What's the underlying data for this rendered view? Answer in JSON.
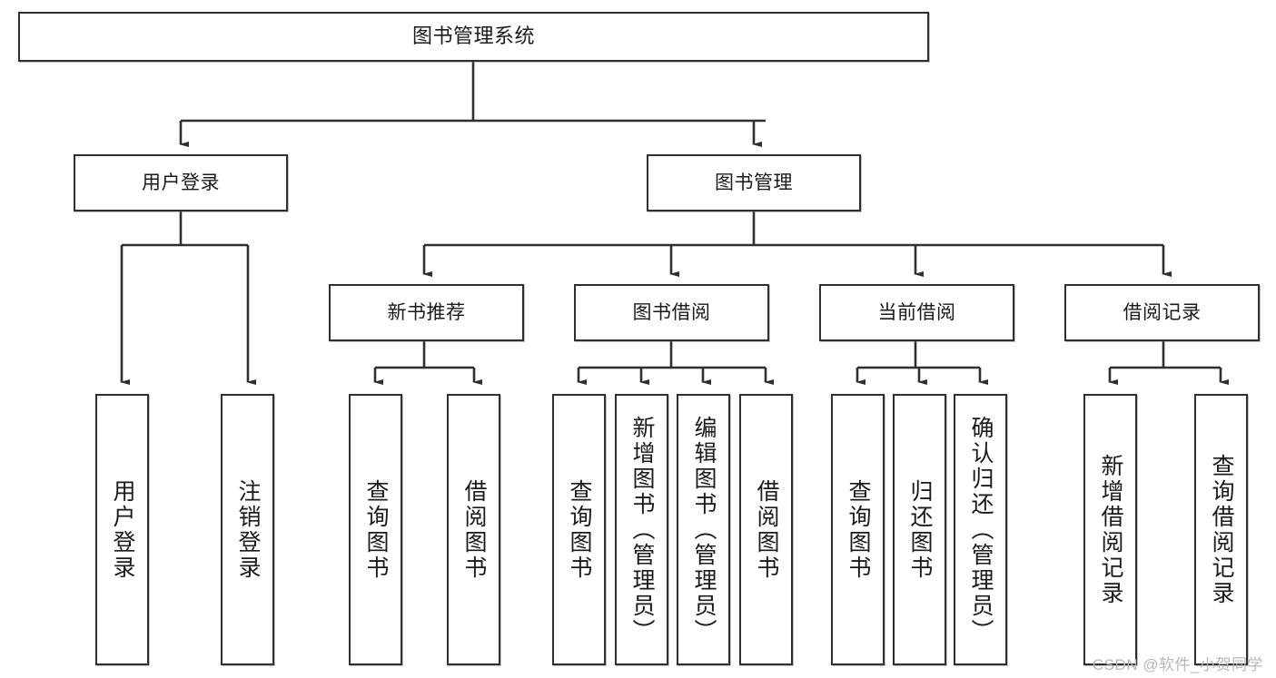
{
  "diagram": {
    "type": "tree-hierarchy",
    "title": "图书管理系统",
    "watermark": "CSDN @软件_小贺同学",
    "colors": {
      "box_border": "#2f2f2f",
      "box_fill": "#ffffff",
      "connector": "#2f2f2f",
      "text": "#1a1a1a",
      "watermark": "#b8b8b8"
    },
    "levels": {
      "level1": "系统",
      "level2": "模块",
      "level3": "子模块",
      "level4": "功能"
    }
  },
  "nodes": {
    "root": {
      "label": "图书管理系统"
    },
    "level2": [
      {
        "id": "user-login",
        "label": "用户登录"
      },
      {
        "id": "book-manage",
        "label": "图书管理"
      }
    ],
    "level3": [
      {
        "id": "new-book-recommend",
        "label": "新书推荐"
      },
      {
        "id": "book-borrow",
        "label": "图书借阅"
      },
      {
        "id": "current-borrow",
        "label": "当前借阅"
      },
      {
        "id": "borrow-record",
        "label": "借阅记录"
      }
    ],
    "leaves": {
      "user_login": [
        {
          "id": "leaf-user-login",
          "label": "用户登录"
        },
        {
          "id": "leaf-logout-login",
          "label": "注销登录"
        }
      ],
      "new_book_recommend": [
        {
          "id": "leaf-query-book-1",
          "label": "查询图书"
        },
        {
          "id": "leaf-borrow-book-1",
          "label": "借阅图书"
        }
      ],
      "book_borrow": [
        {
          "id": "leaf-query-book-2",
          "label": "查询图书"
        },
        {
          "id": "leaf-add-book",
          "label": "新增图书（管理员）"
        },
        {
          "id": "leaf-edit-book",
          "label": "编辑图书（管理员）"
        },
        {
          "id": "leaf-borrow-book-2",
          "label": "借阅图书"
        }
      ],
      "current_borrow": [
        {
          "id": "leaf-query-book-3",
          "label": "查询图书"
        },
        {
          "id": "leaf-return-book",
          "label": "归还图书"
        },
        {
          "id": "leaf-confirm-return",
          "label": "确认归还（管理员）"
        }
      ],
      "borrow_record": [
        {
          "id": "leaf-add-record",
          "label": "新增借阅记录"
        },
        {
          "id": "leaf-query-record",
          "label": "查询借阅记录"
        }
      ]
    }
  },
  "edges": [
    {
      "from": "图书管理系统",
      "to": "用户登录"
    },
    {
      "from": "图书管理系统",
      "to": "图书管理"
    },
    {
      "from": "用户登录",
      "to": "用户登录"
    },
    {
      "from": "用户登录",
      "to": "注销登录"
    },
    {
      "from": "图书管理",
      "to": "新书推荐"
    },
    {
      "from": "图书管理",
      "to": "图书借阅"
    },
    {
      "from": "图书管理",
      "to": "当前借阅"
    },
    {
      "from": "图书管理",
      "to": "借阅记录"
    },
    {
      "from": "新书推荐",
      "to": "查询图书"
    },
    {
      "from": "新书推荐",
      "to": "借阅图书"
    },
    {
      "from": "图书借阅",
      "to": "查询图书"
    },
    {
      "from": "图书借阅",
      "to": "新增图书（管理员）"
    },
    {
      "from": "图书借阅",
      "to": "编辑图书（管理员）"
    },
    {
      "from": "图书借阅",
      "to": "借阅图书"
    },
    {
      "from": "当前借阅",
      "to": "查询图书"
    },
    {
      "from": "当前借阅",
      "to": "归还图书"
    },
    {
      "from": "当前借阅",
      "to": "确认归还（管理员）"
    },
    {
      "from": "借阅记录",
      "to": "新增借阅记录"
    },
    {
      "from": "借阅记录",
      "to": "查询借阅记录"
    }
  ]
}
